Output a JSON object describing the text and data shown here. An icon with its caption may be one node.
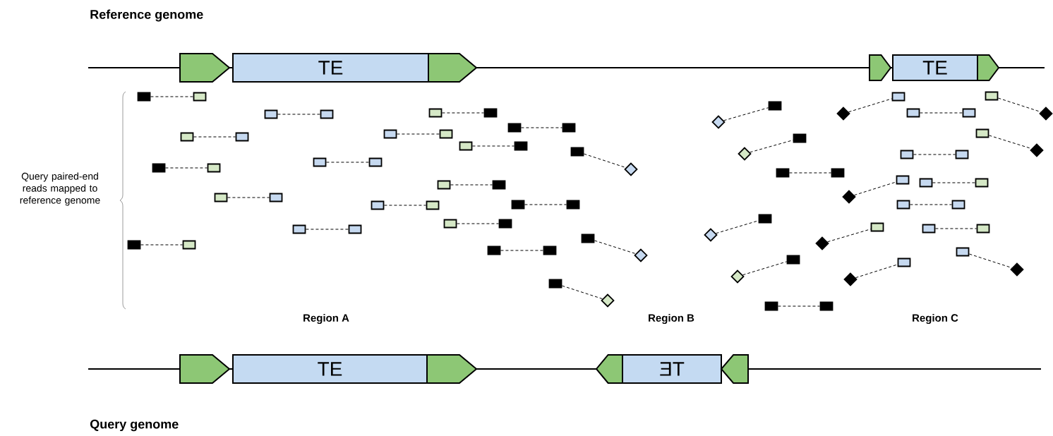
{
  "diagram": {
    "nodes": [
      {
        "text": [],
        "shape": "pentagon"
      },
      {
        "text": [
          "TE"
        ]
      },
      {
        "text": [],
        "shape": "pentagon"
      },
      {
        "text": [],
        "shape": "pentagon"
      },
      {
        "text": [
          "TE"
        ]
      },
      {
        "text": [],
        "shape": "pentagon"
      },
      {
        "text": [],
        "shape": "box"
      },
      {
        "text": [],
        "shape": "box"
      },
      {
        "text": [],
        "shape": "box"
      },
      {
        "text": [],
        "shape": "box"
      },
      {
        "text": [],
        "shape": "box"
      },
      {
        "text": [],
        "shape": "box"
      },
      {
        "text": [],
        "shape": "box"
      },
      {
        "text": [],
        "shape": "box"
      },
      {
        "text": [],
        "shape": "box"
      },
      {
        "text": [],
        "shape": "box"
      },
      {
        "text": [],
        "shape": "box"
      },
      {
        "text": [],
        "shape": "box"
      },
      {
        "text": [],
        "shape": "box"
      },
      {
        "text": [],
        "shape": "box"
      },
      {
        "text": [],
        "shape": "box"
      },
      {
        "text": [],
        "shape": "box"
      },
      {
        "text": [],
        "shape": "box"
      },
      {
        "text": [],
        "shape": "box"
      },
      {
        "text": [],
        "shape": "box"
      },
      {
        "text": [],
        "shape": "box"
      },
      {
        "text": [],
        "shape": "box"
      },
      {
        "text": [],
        "shape": "box"
      },
      {
        "text": [],
        "shape": "box"
      },
      {
        "text": [],
        "shape": "box"
      },
      {
        "text": [],
        "shape": "box"
      },
      {
        "text": [],
        "shape": "diamond"
      },
      {
        "text": [],
        "shape": "box"
      },
      {
        "text": [],
        "shape": "box"
      },
      {
        "text": [],
        "shape": "box"
      },
      {
        "text": [],
        "shape": "box"
      },
      {
        "text": [],
        "shape": "box"
      },
      {
        "text": [],
        "shape": "box"
      },
      {
        "text": [],
        "shape": "box"
      },
      {
        "text": [],
        "shape": "box"
      },
      {
        "text": [],
        "shape": "box"
      },
      {
        "text": [],
        "shape": "box"
      },
      {
        "text": [],
        "shape": "box"
      },
      {
        "text": [],
        "shape": "diamond"
      },
      {
        "text": [],
        "shape": "box"
      },
      {
        "text": [],
        "shape": "diamond"
      },
      {
        "text": [],
        "shape": "diamond"
      },
      {
        "text": [],
        "shape": "box"
      },
      {
        "text": [],
        "shape": "diamond"
      },
      {
        "text": [],
        "shape": "box"
      },
      {
        "text": [],
        "shape": "box"
      },
      {
        "text": [],
        "shape": "box"
      },
      {
        "text": [],
        "shape": "diamond"
      },
      {
        "text": [],
        "shape": "box"
      },
      {
        "text": [],
        "shape": "diamond"
      },
      {
        "text": [],
        "shape": "box"
      },
      {
        "text": [],
        "shape": "box"
      },
      {
        "text": [],
        "shape": "box"
      },
      {
        "text": [],
        "shape": "diamond"
      },
      {
        "text": [],
        "shape": "box"
      },
      {
        "text": [],
        "shape": "box"
      },
      {
        "text": [],
        "shape": "box"
      },
      {
        "text": [],
        "shape": "box"
      },
      {
        "text": [],
        "shape": "diamond"
      },
      {
        "text": [],
        "shape": "box"
      },
      {
        "text": [],
        "shape": "diamond"
      },
      {
        "text": [],
        "shape": "box"
      },
      {
        "text": [],
        "shape": "box"
      },
      {
        "text": [],
        "shape": "diamond"
      },
      {
        "text": [],
        "shape": "box"
      },
      {
        "text": [],
        "shape": "box"
      },
      {
        "text": [],
        "shape": "box"
      },
      {
        "text": [],
        "shape": "box"
      },
      {
        "text": [],
        "shape": "box"
      },
      {
        "text": [],
        "shape": "diamond"
      },
      {
        "text": [],
        "shape": "box"
      },
      {
        "text": [],
        "shape": "box"
      },
      {
        "text": [],
        "shape": "box"
      },
      {
        "text": [],
        "shape": "box"
      },
      {
        "text": [],
        "shape": "diamond"
      },
      {
        "text": [],
        "shape": "diamond"
      },
      {
        "text": [],
        "shape": "box"
      },
      {
        "text": [],
        "shape": "pentagon"
      },
      {
        "text": [
          "TE"
        ]
      },
      {
        "text": [],
        "shape": "pentagon"
      },
      {
        "text": [],
        "shape": "pentagon"
      },
      {
        "text": [
          "TE"
        ]
      },
      {
        "text": [],
        "shape": "pentagon"
      }
    ],
    "edges": [
      {
        "from": 6,
        "to": 7,
        "arrow": "none",
        "style": "dashed"
      },
      {
        "from": 8,
        "to": 9,
        "arrow": "none",
        "style": "dashed"
      },
      {
        "from": 10,
        "to": 11,
        "arrow": "none",
        "style": "dashed"
      },
      {
        "from": 12,
        "to": 13,
        "arrow": "none",
        "style": "dashed"
      },
      {
        "from": 14,
        "to": 15,
        "arrow": "none",
        "style": "dashed"
      },
      {
        "from": 16,
        "to": 17,
        "arrow": "none",
        "style": "dashed"
      },
      {
        "from": 18,
        "to": 19,
        "arrow": "none",
        "style": "dashed"
      },
      {
        "from": 20,
        "to": 21,
        "arrow": "none",
        "style": "dashed"
      },
      {
        "from": 22,
        "to": 23,
        "arrow": "none",
        "style": "dashed"
      },
      {
        "from": 24,
        "to": 25,
        "arrow": "none",
        "style": "dashed"
      },
      {
        "from": 26,
        "to": 27,
        "arrow": "none",
        "style": "dashed"
      },
      {
        "from": 28,
        "to": 29,
        "arrow": "none",
        "style": "dashed"
      },
      {
        "from": 30,
        "to": 31,
        "arrow": "none",
        "style": "dashed"
      },
      {
        "from": 32,
        "to": 33,
        "arrow": "none",
        "style": "dashed"
      },
      {
        "from": 34,
        "to": 35,
        "arrow": "none",
        "style": "dashed"
      },
      {
        "from": 36,
        "to": 37,
        "arrow": "none",
        "style": "dashed"
      },
      {
        "from": 38,
        "to": 39,
        "arrow": "none",
        "style": "dashed"
      },
      {
        "from": 40,
        "to": 41,
        "arrow": "none",
        "style": "dashed"
      },
      {
        "from": 42,
        "to": 43,
        "arrow": "none",
        "style": "dashed"
      },
      {
        "from": 44,
        "to": 45,
        "arrow": "none",
        "style": "dashed"
      },
      {
        "from": 46,
        "to": 47,
        "arrow": "none",
        "style": "dashed"
      },
      {
        "from": 48,
        "to": 49,
        "arrow": "none",
        "style": "dashed"
      },
      {
        "from": 50,
        "to": 51,
        "arrow": "none",
        "style": "dashed"
      },
      {
        "from": 52,
        "to": 53,
        "arrow": "none",
        "style": "dashed"
      },
      {
        "from": 54,
        "to": 55,
        "arrow": "none",
        "style": "dashed"
      },
      {
        "from": 56,
        "to": 57,
        "arrow": "none",
        "style": "dashed"
      },
      {
        "from": 58,
        "to": 59,
        "arrow": "none",
        "style": "dashed"
      },
      {
        "from": 60,
        "to": 61,
        "arrow": "none",
        "style": "dashed"
      },
      {
        "from": 62,
        "to": 63,
        "arrow": "none",
        "style": "dashed"
      },
      {
        "from": 64,
        "to": 65,
        "arrow": "none",
        "style": "dashed"
      },
      {
        "from": 66,
        "to": 67,
        "arrow": "none",
        "style": "dashed"
      },
      {
        "from": 68,
        "to": 69,
        "arrow": "none",
        "style": "dashed"
      },
      {
        "from": 70,
        "to": 71,
        "arrow": "none",
        "style": "dashed"
      },
      {
        "from": 72,
        "to": 73,
        "arrow": "none",
        "style": "dashed"
      },
      {
        "from": 74,
        "to": 75,
        "arrow": "none",
        "style": "dashed"
      },
      {
        "from": 76,
        "to": 77,
        "arrow": "none",
        "style": "dashed"
      },
      {
        "from": 78,
        "to": 79,
        "arrow": "none",
        "style": "dashed"
      },
      {
        "from": 80,
        "to": 81,
        "arrow": "none",
        "style": "dashed"
      }
    ],
    "labels": [
      "Reference genome",
      "Query paired-end reads mapped to reference genome",
      "Region A",
      "Region B",
      "Region C",
      "Query genome"
    ]
  }
}
